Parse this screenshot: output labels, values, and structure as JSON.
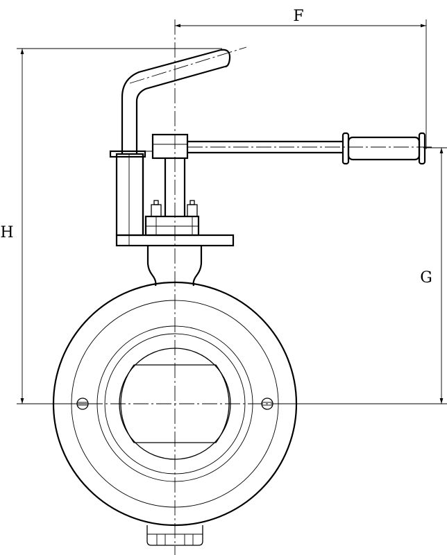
{
  "dimensions": {
    "f_label": "F",
    "g_label": "G",
    "h_label": "H"
  }
}
